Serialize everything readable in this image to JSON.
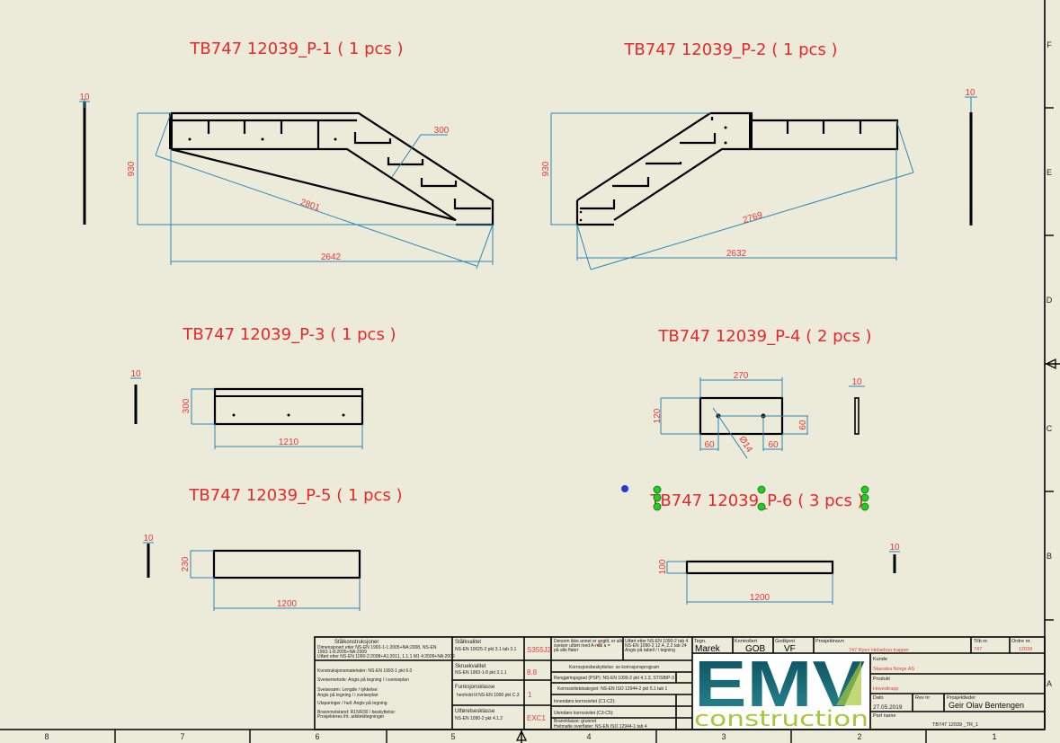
{
  "colors": {
    "background": "#ecead8",
    "dimension_text": "#e8383a",
    "dimension_line": "#2a86b8",
    "title_text": "#e8282a",
    "selection_handle": "#22cc22",
    "logo_teal": "#0e5a66",
    "logo_green": "#a8c83a"
  },
  "border": {
    "columns": [
      "8",
      "7",
      "6",
      "5",
      "4",
      "3",
      "2",
      "1"
    ],
    "rows": [
      "F",
      "E",
      "D",
      "C",
      "B",
      "A"
    ]
  },
  "views": [
    {
      "title": "TB747 12039_P-1 ( 1 pcs )",
      "dims": {
        "thickness": "10",
        "height": "930",
        "length": "2642",
        "diagonal": "2801",
        "step": "300"
      }
    },
    {
      "title": "TB747 12039_P-2 ( 1 pcs )",
      "dims": {
        "thickness": "10",
        "height": "930",
        "length": "2632",
        "diagonal": "2769"
      }
    },
    {
      "title": "TB747 12039_P-3 ( 1 pcs )",
      "dims": {
        "thickness": "10",
        "height": "300",
        "length": "1210"
      }
    },
    {
      "title": "TB747 12039_P-4 ( 2 pcs )",
      "dims": {
        "thickness": "10",
        "height": "120",
        "length": "270",
        "hole_v": "60",
        "hole_l": "60",
        "hole_r": "60",
        "hole_dia": "Ø14"
      }
    },
    {
      "title": "TB747 12039_P-5 ( 1 pcs )",
      "dims": {
        "thickness": "10",
        "height": "230",
        "length": "1200"
      }
    },
    {
      "title": "TB747 12039_P-6 ( 3 pcs )",
      "dims": {
        "thickness": "10",
        "height": "100",
        "length": "1200"
      },
      "selected": true
    }
  ],
  "title_block": {
    "steel": {
      "heading": "Stålkonstruksjoner",
      "lines": [
        "Dimensjonert etter NS-EN 1993-1-1:2005+NA:2008, NS-EN",
        "1993-1-8:2005+NA:2009",
        "Utført etter NS-EN 1090-2:2008+A1:2011, 1.1.1 M1 4:2009+NA:2009"
      ]
    },
    "notes": [
      "Konstruksjonsmaterialer: NS-EN 1993-1 pkt 6.0",
      "Sveisemetode: Angis på tegning / i sveiseplan",
      "Sveisesøm: Lengde / tykkelse:",
      "Angis på tegning / i sveiseplan",
      "Utsparinger / hull: Angis på tegning",
      "Brannmotstand: R15/R30 / beskyttelse:",
      "Prosjekteres iht. arkitekttegninger"
    ],
    "steel_quality": {
      "label": "Stålkvalitet",
      "ref": "NS-EN 10025-2 pkt 3.1 tab 3.1",
      "value": "S355J2"
    },
    "bolt_quality": {
      "label": "Skruekvalitet",
      "ref": "NS-EN 1993-1-8 pkt 3.1.1",
      "value": "8.8"
    },
    "function_class": {
      "label": "Funksjonsklasse",
      "ref": "henhold til NS-EN 1990 pkt C.3",
      "value": "1"
    },
    "execution_class": {
      "label": "Utførelsesklasse",
      "ref": "NS-EN 1090-2 pkt 4.1.2",
      "value": "EXC1"
    },
    "general_note": [
      "Dersom ikke annet er angitt, er alle",
      "sveiser utført med A-mål a = ",
      "på alle flater"
    ],
    "weld_a": "4",
    "weld_note": [
      "Utført etter NS-EN 1090-2 tab 4",
      "NS-EN 1090-2 12.4, 2.2 tab 24",
      "Angis på tabell / i tegning"
    ],
    "corrosion": {
      "heading": "Korrosjonsbeskyttelse: se korrosjonsprogram",
      "cleaning": "Rengjøringsgrad (PSP): NS-EN 1090-2 pkt 4.1.3, ST/SB/P-3",
      "category": "Korrosivitetskategori: NS-EN ISO 12944-2 pkt 5.1 tab 1",
      "rows": [
        "Innendørs korrosivitet (C1-C2):",
        "Utendørs korrosivitet (C3-C5):",
        "Brannklasse: grunnet",
        "Hvitmalte overflater: NS-EN ISO 12944-1 tab 4"
      ]
    },
    "drawn_by": {
      "label": "Tegn.",
      "value": "Marek"
    },
    "checked_by": {
      "label": "Kontrollert",
      "value": "GOB"
    },
    "approved_by": {
      "label": "Godkjent",
      "value": "VF"
    },
    "project_name": {
      "label": "Prosjektnavn",
      "value": "747 Ryen Helsehus trapper"
    },
    "offer_no": {
      "label": "Tilb nr.",
      "value": "747"
    },
    "order_no": {
      "label": "Ordre nr.",
      "value": "12039"
    },
    "customer": {
      "label": "Kunde",
      "value": "Skanska Norge AS"
    },
    "product": {
      "label": "Produkt",
      "value": "Hovedtrapp"
    },
    "date": {
      "label": "Dato",
      "value": "27.05.2019"
    },
    "rev": {
      "label": "Rev nr"
    },
    "project_leader": {
      "label": "Prosjektleder",
      "value": "Geir Olav Bentengen"
    },
    "part_name": {
      "label": "Part name",
      "value": "TB747 12039 _TR_1"
    },
    "logo": {
      "main": "EMV",
      "sub": "construction"
    }
  }
}
